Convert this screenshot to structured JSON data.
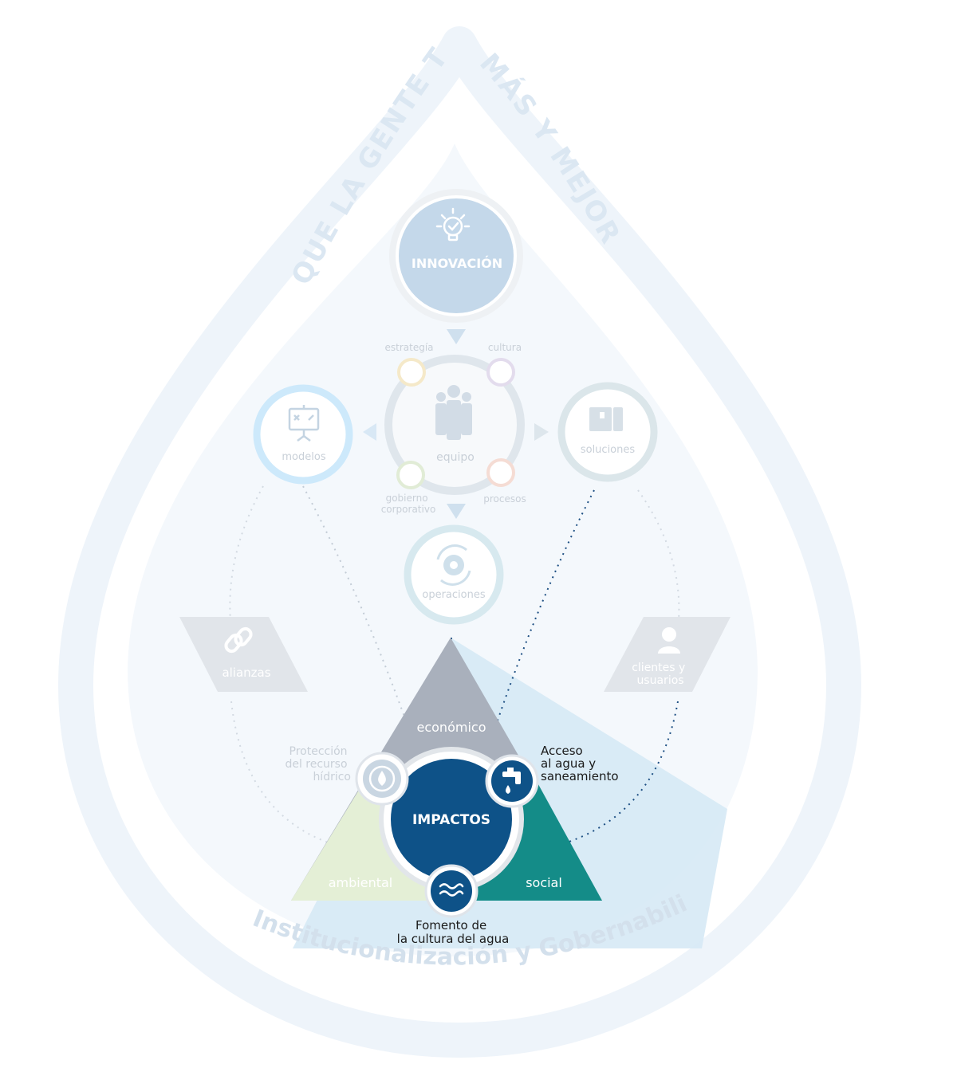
{
  "arc_text": {
    "left": "QUE LA GENTE TENGA",
    "right": "MÁS Y MEJOR AGUA",
    "bottom": "Institucionalización y Gobernabilidad"
  },
  "innovation": {
    "label": "INNOVACIÓN",
    "icon": "lightbulb-check-icon"
  },
  "team": {
    "label": "equipo",
    "icon": "people-group-icon",
    "satellites": [
      "estrategía",
      "cultura",
      "gobierno",
      "corporativo",
      "procesos"
    ]
  },
  "models": {
    "label": "modelos",
    "icon": "presentation-board-icon"
  },
  "solutions": {
    "label": "soluciones",
    "icon": "box-icon"
  },
  "operations": {
    "label": "operaciones",
    "icon": "gear-cycle-icon"
  },
  "alliances": {
    "label": "alianzas",
    "icon": "chain-link-icon"
  },
  "clients": {
    "label_line1": "clientes y",
    "label_line2": "usuarios",
    "icon": "person-icon"
  },
  "triangle": {
    "top": "económico",
    "left": "ambiental",
    "right": "social"
  },
  "impacts": {
    "label": "IMPACTOS"
  },
  "impact_items": {
    "protection": [
      "Protección",
      "del recurso",
      "hídrico"
    ],
    "access": [
      "Acceso",
      "al agua y",
      "saneamiento"
    ],
    "culture": [
      "Fomento de",
      "la cultura del agua"
    ]
  },
  "colors": {
    "drop_outline": "#eef4fa",
    "innovation_fill": "#c4d8ea",
    "impacts_fill": "#0e5288",
    "economic": "#a9b0bc",
    "environmental": "#e4efd6",
    "social": "#148c88",
    "models_ring": "#cde9fb"
  }
}
